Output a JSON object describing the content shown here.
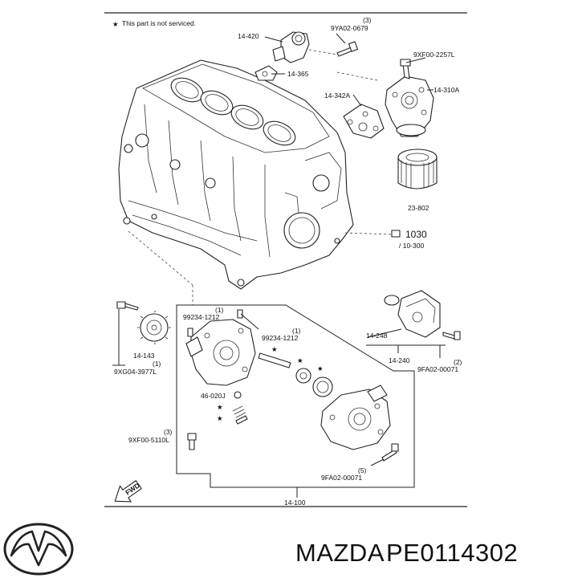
{
  "note": "This part is not serviced.",
  "callouts": {
    "c14_420": "14-420",
    "c9ya02_qty": "(3)",
    "c9ya02": "9YA02-0679",
    "c9xf00_2257": "9XF00-2257L",
    "c14_365": "14-365",
    "c14_310a": "14-310A",
    "c14_342a": "14-342A",
    "c23_802": "23-802",
    "c1030": "1030",
    "c10_300": "/ 10-300",
    "c99234_a_qty": "(1)",
    "c99234_a": "99234-1212",
    "c99234_b_qty": "(1)",
    "c99234_b": "99234-1212",
    "c14_143": "14-143",
    "c9xg04_qty": "(1)",
    "c9xg04": "9XG04-3977L",
    "c14_248": "14-248",
    "c14_240": "14-240",
    "c9fa02_a_qty": "(2)",
    "c9fa02_a": "9FA02-00071",
    "c46_020j": "46-020J",
    "c9xf00_5110_qty": "(3)",
    "c9xf00_5110": "9XF00-5110L",
    "c9fa02_b_qty": "(5)",
    "c9fa02_b": "9FA02-00071",
    "c14_100": "14-100",
    "fwd": "FWD"
  },
  "brand": {
    "name": "MAZDA",
    "part_number": "PE0114302",
    "logo_icon": "mazda-wing-logo"
  }
}
